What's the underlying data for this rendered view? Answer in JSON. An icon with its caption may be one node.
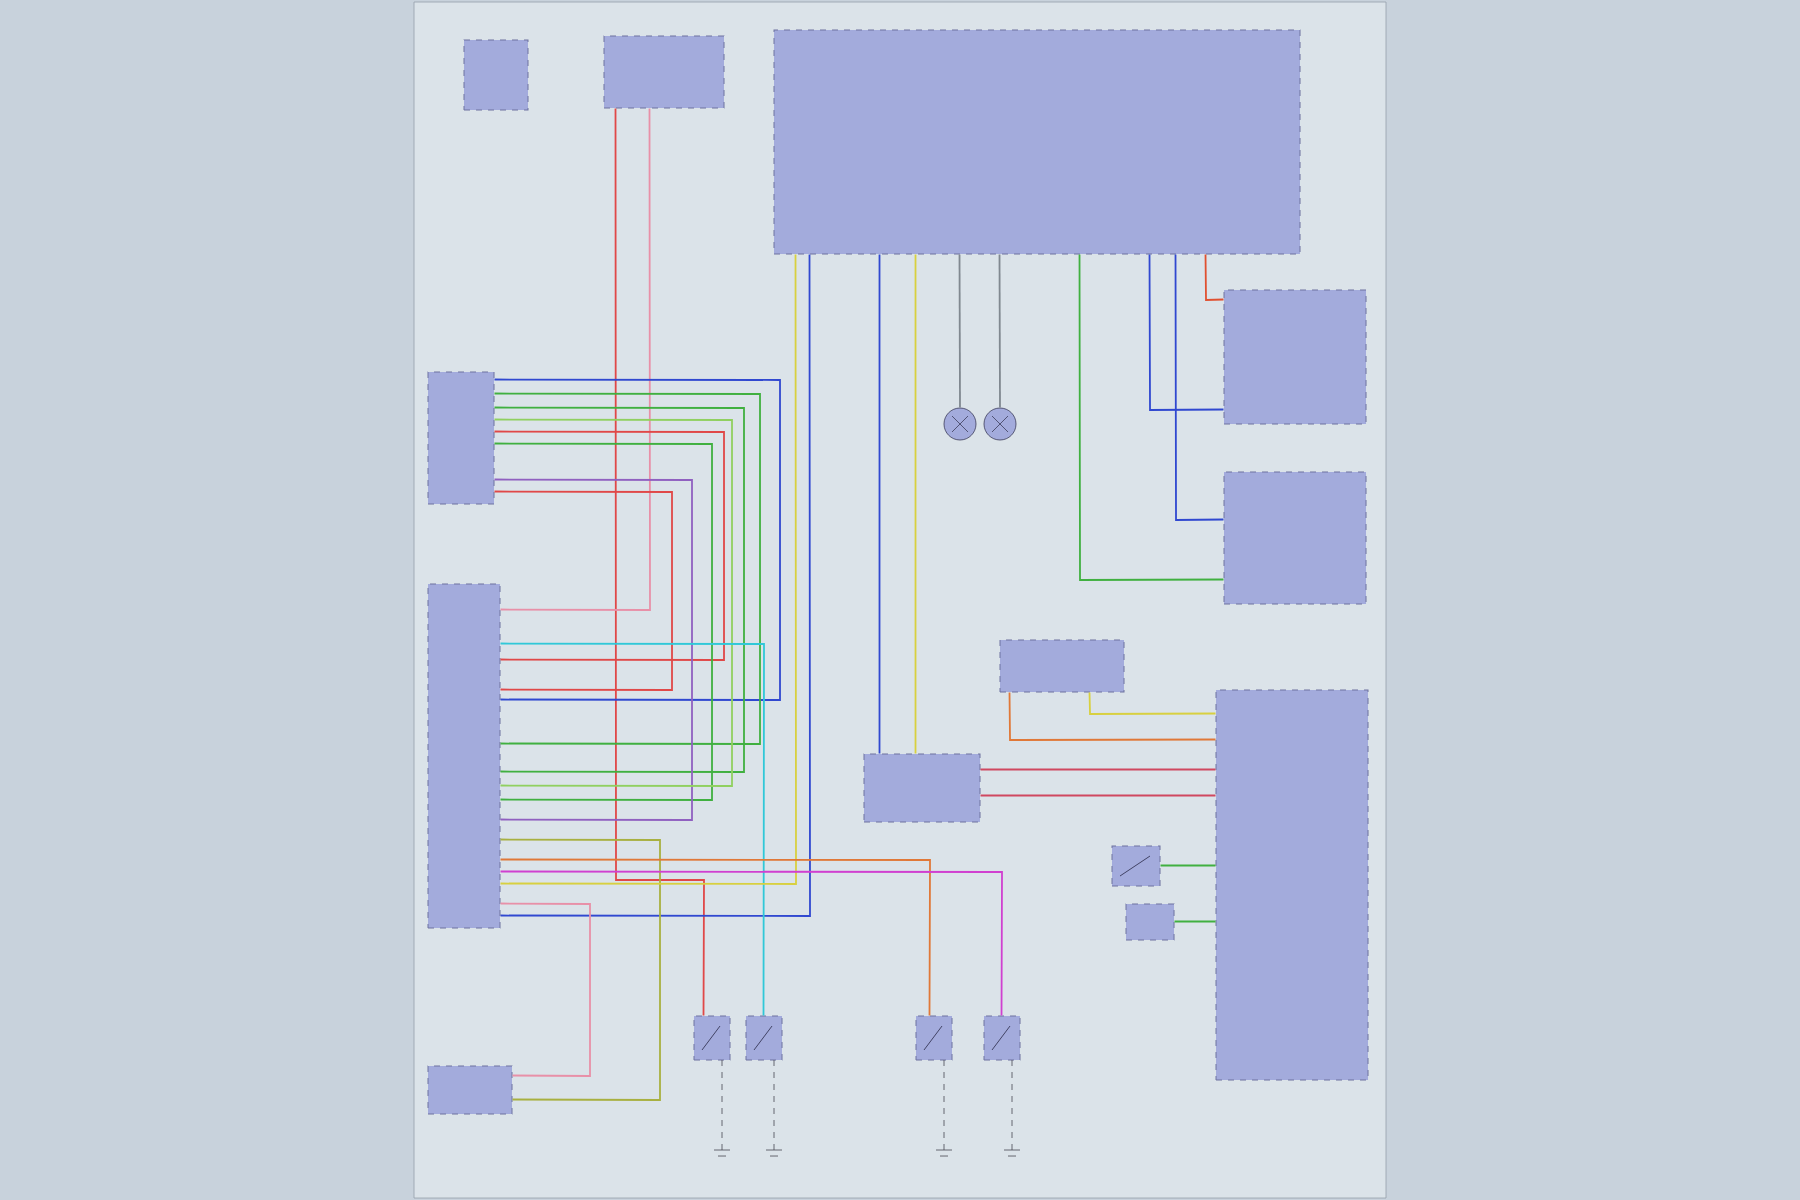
{
  "diagram": {
    "nodes": [
      {
        "text": [],
        "shape": "box"
      },
      {
        "text": [],
        "shape": "box"
      },
      {
        "text": [],
        "shape": "box"
      },
      {
        "text": [],
        "shape": "box"
      },
      {
        "text": [],
        "shape": "box"
      },
      {
        "text": [],
        "shape": "box"
      },
      {
        "text": [],
        "shape": "box"
      },
      {
        "text": [],
        "shape": "box"
      },
      {
        "text": [],
        "shape": "box"
      },
      {
        "text": [],
        "shape": "box"
      },
      {
        "text": [],
        "shape": "box"
      },
      {
        "text": [],
        "shape": "box"
      },
      {
        "text": [],
        "shape": "box"
      },
      {
        "text": [],
        "shape": "box"
      },
      {
        "text": [],
        "shape": "box"
      },
      {
        "text": [],
        "shape": "box"
      },
      {
        "text": [],
        "shape": "box"
      },
      {
        "text": [],
        "shape": "circle"
      },
      {
        "text": [],
        "shape": "circle"
      }
    ],
    "edges": [
      {
        "from": 1,
        "to": 13,
        "arrow": "none",
        "color": "#e04848"
      },
      {
        "from": 1,
        "to": 4,
        "arrow": "none",
        "color": "#e890a8"
      },
      {
        "from": 3,
        "to": 4,
        "arrow": "none",
        "color": "#3048d0"
      },
      {
        "from": 3,
        "to": 4,
        "arrow": "none",
        "color": "#40b040"
      },
      {
        "from": 3,
        "to": 4,
        "arrow": "none",
        "color": "#40b040"
      },
      {
        "from": 3,
        "to": 4,
        "arrow": "none",
        "color": "#e04848"
      },
      {
        "from": 3,
        "to": 4,
        "arrow": "none",
        "color": "#40b040"
      },
      {
        "from": 3,
        "to": 4,
        "arrow": "none",
        "color": "#9060c0"
      },
      {
        "from": 3,
        "to": 4,
        "arrow": "none",
        "color": "#e04848"
      },
      {
        "from": 3,
        "to": 4,
        "arrow": "none",
        "color": "#90d060"
      },
      {
        "from": 2,
        "to": 4,
        "arrow": "none",
        "color": "#3048d0"
      },
      {
        "from": 4,
        "to": 14,
        "arrow": "none",
        "color": "#30c8d8"
      },
      {
        "from": 12,
        "to": 4,
        "arrow": "none",
        "color": "#e890a8"
      },
      {
        "from": 12,
        "to": 4,
        "arrow": "none",
        "color": "#a8b040"
      },
      {
        "from": 2,
        "to": 5,
        "arrow": "none",
        "color": "#e05030"
      },
      {
        "from": 2,
        "to": 5,
        "arrow": "none",
        "color": "#3048d0"
      },
      {
        "from": 2,
        "to": 6,
        "arrow": "none",
        "color": "#40b040"
      },
      {
        "from": 2,
        "to": 6,
        "arrow": "none",
        "color": "#3048d0"
      },
      {
        "from": 2,
        "to": 17,
        "arrow": "none",
        "color": "#808890"
      },
      {
        "from": 2,
        "to": 18,
        "arrow": "none",
        "color": "#808890"
      },
      {
        "from": 2,
        "to": 8,
        "arrow": "none",
        "color": "#3048d0"
      },
      {
        "from": 2,
        "to": 8,
        "arrow": "none",
        "color": "#d8d040"
      },
      {
        "from": 2,
        "to": 4,
        "arrow": "none",
        "color": "#d8d040"
      },
      {
        "from": 8,
        "to": 9,
        "arrow": "none",
        "color": "#d04860"
      },
      {
        "from": 8,
        "to": 9,
        "arrow": "none",
        "color": "#d04860"
      },
      {
        "from": 7,
        "to": 9,
        "arrow": "none",
        "color": "#e07838"
      },
      {
        "from": 7,
        "to": 9,
        "arrow": "none",
        "color": "#d8d040"
      },
      {
        "from": 10,
        "to": 9,
        "arrow": "none",
        "color": "#40b040"
      },
      {
        "from": 11,
        "to": 9,
        "arrow": "none",
        "color": "#40b040"
      },
      {
        "from": 4,
        "to": 15,
        "arrow": "none",
        "color": "#e07838"
      },
      {
        "from": 4,
        "to": 16,
        "arrow": "none",
        "color": "#d040d0"
      }
    ]
  }
}
